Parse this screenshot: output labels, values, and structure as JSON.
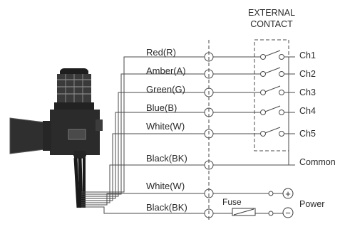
{
  "header": {
    "line1": "EXTERNAL",
    "line2": "CONTACT"
  },
  "wires": [
    {
      "id": "red",
      "label": "Red(R)"
    },
    {
      "id": "amber",
      "label": "Amber(A)"
    },
    {
      "id": "green",
      "label": "Green(G)"
    },
    {
      "id": "blue",
      "label": "Blue(B)"
    },
    {
      "id": "white",
      "label": "White(W)"
    },
    {
      "id": "black",
      "label": "Black(BK)"
    },
    {
      "id": "pwr-white",
      "label": "White(W)"
    },
    {
      "id": "pwr-black",
      "label": "Black(BK)"
    }
  ],
  "channels": [
    "Ch1",
    "Ch2",
    "Ch3",
    "Ch4",
    "Ch5"
  ],
  "common_label": "Common",
  "fuse_label": "Fuse",
  "power_label": "Power",
  "polarity": {
    "plus": "+",
    "minus": "−"
  },
  "colors": {
    "line": "#4a4a4a",
    "device": "#2e2e2e"
  }
}
